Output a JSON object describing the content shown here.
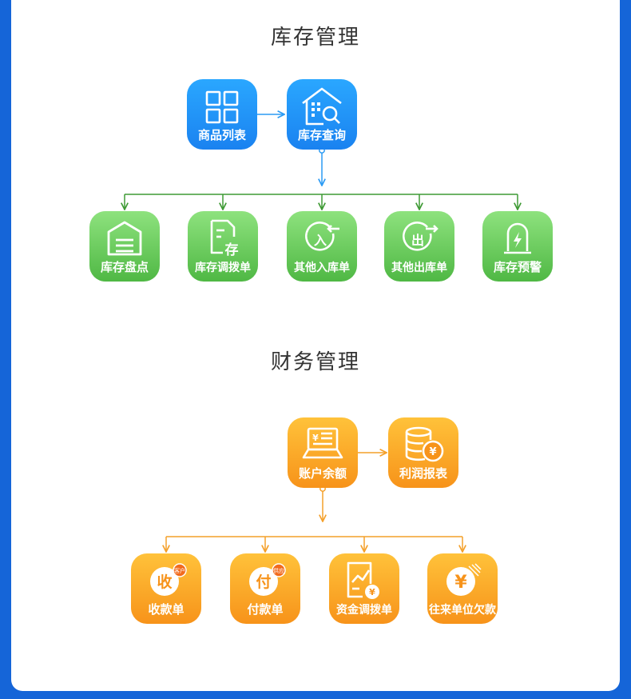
{
  "inventory": {
    "title": "库存管理",
    "top": [
      {
        "label": "商品列表",
        "icon": "grid-icon"
      },
      {
        "label": "库存查询",
        "icon": "building-search-icon"
      }
    ],
    "children": [
      {
        "label": "库存盘点",
        "icon": "warehouse-icon"
      },
      {
        "label": "库存调拨单",
        "icon": "document-store-icon",
        "badge": "存"
      },
      {
        "label": "其他入库单",
        "icon": "inbound-icon",
        "badge": "入"
      },
      {
        "label": "其他出库单",
        "icon": "outbound-icon",
        "badge": "出"
      },
      {
        "label": "库存预警",
        "icon": "alarm-icon"
      }
    ]
  },
  "finance": {
    "title": "财务管理",
    "top": [
      {
        "label": "账户余额",
        "icon": "laptop-ledger-icon"
      },
      {
        "label": "利润报表",
        "icon": "coin-stack-icon"
      }
    ],
    "children": [
      {
        "label": "收款单",
        "icon": "receipt-icon",
        "badge": "收",
        "tag": "客户"
      },
      {
        "label": "付款单",
        "icon": "payment-icon",
        "badge": "付",
        "tag": "供应"
      },
      {
        "label": "资金调拨单",
        "icon": "chart-transfer-icon"
      },
      {
        "label": "往来单位欠款",
        "icon": "yen-debt-icon"
      }
    ]
  },
  "colors": {
    "blue_line": "#2b9bf4",
    "green_line": "#3f9a35",
    "orange_line": "#f4a02a",
    "background": "#1565d8"
  }
}
